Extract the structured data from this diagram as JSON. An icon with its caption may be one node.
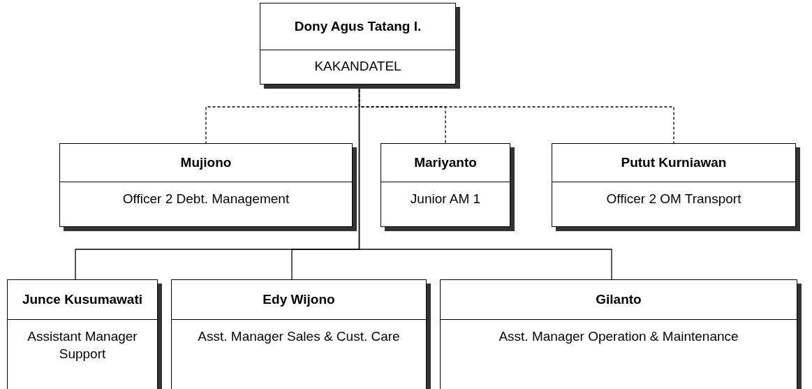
{
  "diagram": {
    "nodes": [
      {
        "text": [
          "Dony Agus Tatang I.",
          "KAKANDATEL"
        ]
      },
      {
        "text": [
          "Mujiono",
          "Officer 2 Debt. Management"
        ]
      },
      {
        "text": [
          "Mariyanto",
          "Junior AM 1"
        ]
      },
      {
        "text": [
          "Putut Kurniawan",
          "Officer 2 OM Transport"
        ]
      },
      {
        "text": [
          "Junce Kusumawati",
          "Assistant Manager Support"
        ]
      },
      {
        "text": [
          "Edy Wijono",
          "Asst. Manager Sales & Cust. Care"
        ]
      },
      {
        "text": [
          "Gilanto",
          "Asst. Manager Operation & Maintenance"
        ]
      }
    ],
    "edges": [
      {
        "from": 0,
        "to": 1,
        "arrow": "none",
        "style": "dashed"
      },
      {
        "from": 0,
        "to": 2,
        "arrow": "none",
        "style": "dashed"
      },
      {
        "from": 0,
        "to": 3,
        "arrow": "none",
        "style": "dashed"
      },
      {
        "from": 0,
        "to": 4,
        "arrow": "none"
      },
      {
        "from": 0,
        "to": 5,
        "arrow": "none"
      },
      {
        "from": 0,
        "to": 6,
        "arrow": "none"
      }
    ]
  }
}
